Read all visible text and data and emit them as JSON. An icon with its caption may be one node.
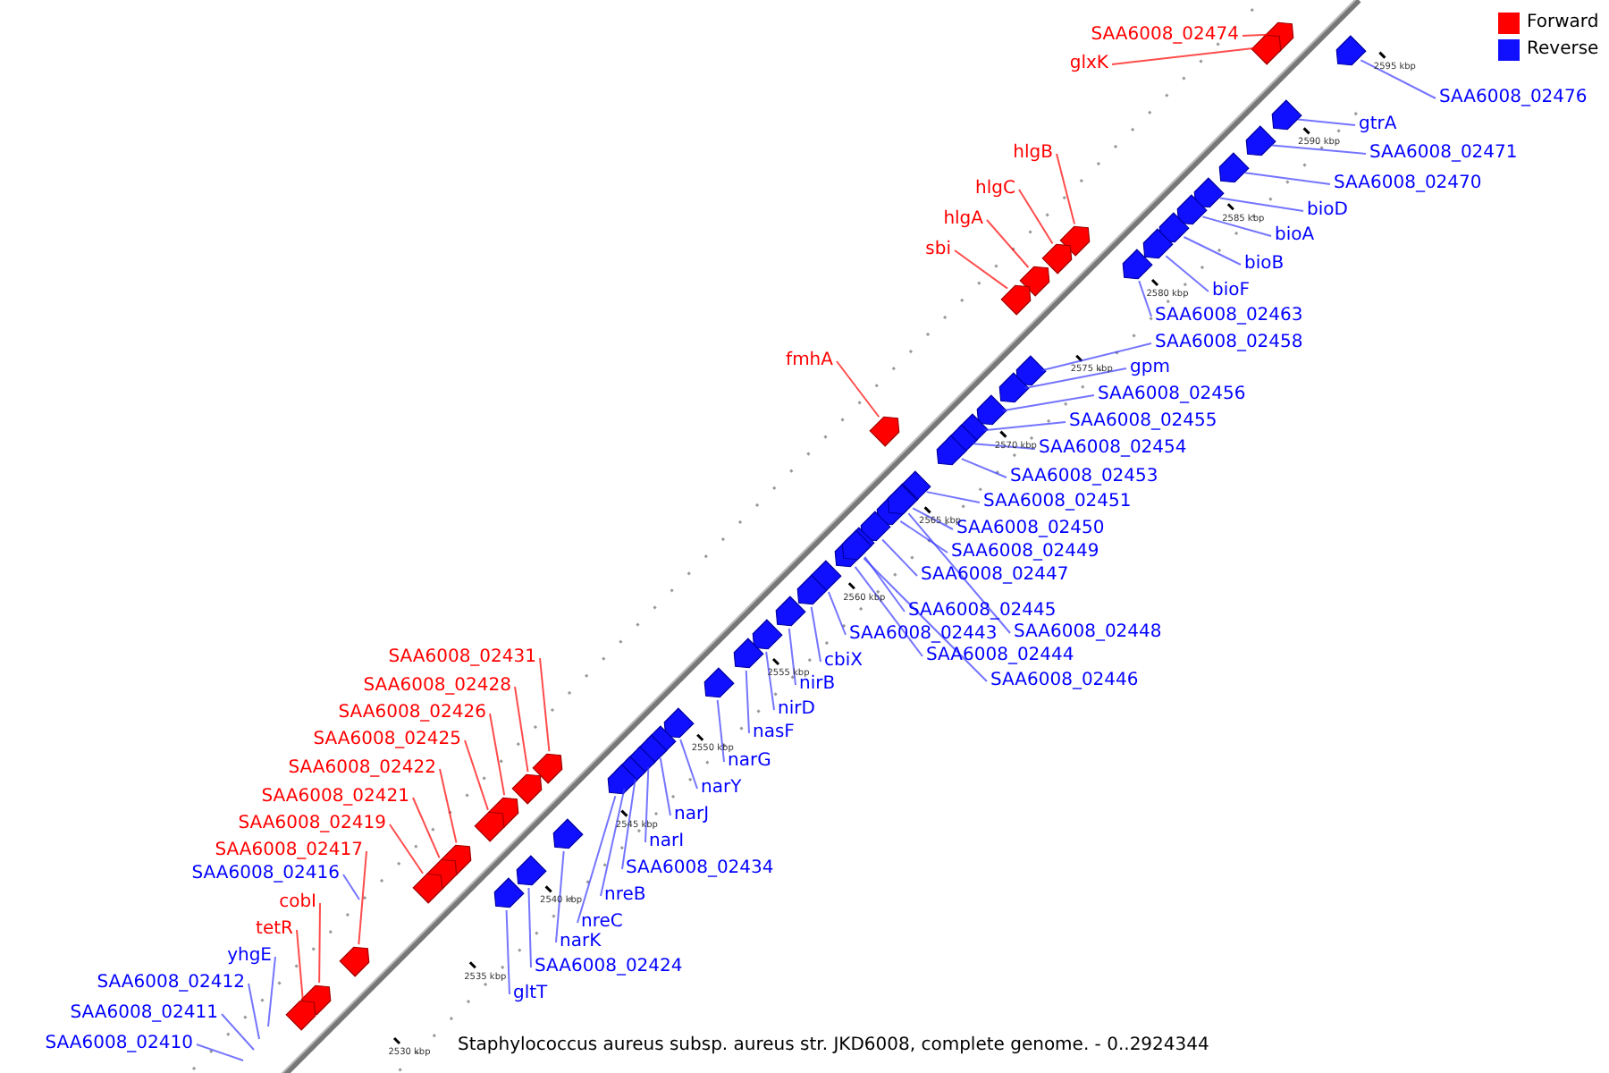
{
  "diagram": {
    "caption": "Staphylococcus aureus subsp. aureus str. JKD6008, complete genome. - 0..2924344",
    "nodes": [
      {
        "text": [
          "SAA6008_02474"
        ]
      },
      {
        "text": [
          "glxK"
        ]
      },
      {
        "text": [
          "SAA6008_02476"
        ]
      },
      {
        "text": [
          "gtrA"
        ]
      },
      {
        "text": [
          "SAA6008_02471"
        ]
      },
      {
        "text": [
          "hlgB"
        ]
      },
      {
        "text": [
          "hlgC"
        ]
      },
      {
        "text": [
          "SAA6008_02470"
        ]
      },
      {
        "text": [
          "bioD"
        ]
      },
      {
        "text": [
          "hlgA"
        ]
      },
      {
        "text": [
          "bioA"
        ]
      },
      {
        "text": [
          "sbi"
        ]
      },
      {
        "text": [
          "bioB"
        ]
      },
      {
        "text": [
          "bioF"
        ]
      },
      {
        "text": [
          "SAA6008_02463"
        ]
      },
      {
        "text": [
          "SAA6008_02458"
        ]
      },
      {
        "text": [
          "fmhA"
        ]
      },
      {
        "text": [
          "gpm"
        ]
      },
      {
        "text": [
          "SAA6008_02456"
        ]
      },
      {
        "text": [
          "SAA6008_02455"
        ]
      },
      {
        "text": [
          "SAA6008_02454"
        ]
      },
      {
        "text": [
          "SAA6008_02453"
        ]
      },
      {
        "text": [
          "SAA6008_02451"
        ]
      },
      {
        "text": [
          "SAA6008_02450"
        ]
      },
      {
        "text": [
          "SAA6008_02449"
        ]
      },
      {
        "text": [
          "SAA6008_02447"
        ]
      },
      {
        "text": [
          "SAA6008_02445"
        ]
      },
      {
        "text": [
          "SAA6008_02448"
        ]
      },
      {
        "text": [
          "SAA6008_02443"
        ]
      },
      {
        "text": [
          "SAA6008_02431"
        ]
      },
      {
        "text": [
          "SAA6008_02444"
        ]
      },
      {
        "text": [
          "cbiX"
        ]
      },
      {
        "text": [
          "SAA6008_02446"
        ]
      },
      {
        "text": [
          "nirB"
        ]
      },
      {
        "text": [
          "SAA6008_02428"
        ]
      },
      {
        "text": [
          "nirD"
        ]
      },
      {
        "text": [
          "SAA6008_02426"
        ]
      },
      {
        "text": [
          "nasF"
        ]
      },
      {
        "text": [
          "SAA6008_02425"
        ]
      },
      {
        "text": [
          "narG"
        ]
      },
      {
        "text": [
          "SAA6008_02422"
        ]
      },
      {
        "text": [
          "narY"
        ]
      },
      {
        "text": [
          "SAA6008_02421"
        ]
      },
      {
        "text": [
          "narJ"
        ]
      },
      {
        "text": [
          "SAA6008_02419"
        ]
      },
      {
        "text": [
          "narI"
        ]
      },
      {
        "text": [
          "SAA6008_02417"
        ]
      },
      {
        "text": [
          "SAA6008_02434"
        ]
      },
      {
        "text": [
          "cobI"
        ]
      },
      {
        "text": [
          "SAA6008_02416"
        ]
      },
      {
        "text": [
          "nreB"
        ]
      },
      {
        "text": [
          "tetR"
        ]
      },
      {
        "text": [
          "nreC"
        ]
      },
      {
        "text": [
          "narK"
        ]
      },
      {
        "text": [
          "yhgE"
        ]
      },
      {
        "text": [
          "SAA6008_02424"
        ]
      },
      {
        "text": [
          "SAA6008_02412"
        ]
      },
      {
        "text": [
          "gltT"
        ]
      },
      {
        "text": [
          "SAA6008_02411"
        ]
      },
      {
        "text": [
          "SAA6008_02410"
        ]
      },
      {
        "text": [],
        "shape": "pentagon"
      },
      {
        "text": [],
        "shape": "pentagon"
      },
      {
        "text": [],
        "shape": "pentagon"
      },
      {
        "text": [],
        "shape": "pentagon"
      },
      {
        "text": [],
        "shape": "pentagon"
      },
      {
        "text": [],
        "shape": "pentagon"
      },
      {
        "text": [],
        "shape": "pentagon"
      },
      {
        "text": [],
        "shape": "pentagon"
      },
      {
        "text": [],
        "shape": "pentagon"
      },
      {
        "text": [],
        "shape": "pentagon"
      },
      {
        "text": [],
        "shape": "pentagon"
      },
      {
        "text": [],
        "shape": "pentagon"
      },
      {
        "text": [],
        "shape": "pentagon"
      },
      {
        "text": [],
        "shape": "pentagon"
      },
      {
        "text": [],
        "shape": "pentagon"
      },
      {
        "text": [],
        "shape": "pentagon"
      },
      {
        "text": [],
        "shape": "pentagon"
      },
      {
        "text": [],
        "shape": "pentagon"
      },
      {
        "text": [],
        "shape": "pentagon"
      },
      {
        "text": [],
        "shape": "pentagon"
      },
      {
        "text": [],
        "shape": "pentagon"
      },
      {
        "text": [],
        "shape": "pentagon"
      },
      {
        "text": [],
        "shape": "pentagon"
      },
      {
        "text": [],
        "shape": "pentagon"
      },
      {
        "text": [],
        "shape": "pentagon"
      },
      {
        "text": [],
        "shape": "pentagon"
      },
      {
        "text": [],
        "shape": "pentagon"
      },
      {
        "text": [],
        "shape": "pentagon"
      },
      {
        "text": [],
        "shape": "pentagon"
      },
      {
        "text": [],
        "shape": "pentagon"
      },
      {
        "text": [],
        "shape": "pentagon"
      },
      {
        "text": [],
        "shape": "pentagon"
      },
      {
        "text": [],
        "shape": "pentagon"
      },
      {
        "text": [],
        "shape": "pentagon"
      },
      {
        "text": [],
        "shape": "pentagon"
      },
      {
        "text": [],
        "shape": "pentagon"
      },
      {
        "text": [],
        "shape": "pentagon"
      },
      {
        "text": [],
        "shape": "pentagon"
      },
      {
        "text": [],
        "shape": "pentagon"
      },
      {
        "text": [],
        "shape": "pentagon"
      },
      {
        "text": [],
        "shape": "pentagon"
      },
      {
        "text": [],
        "shape": "pentagon"
      },
      {
        "text": [],
        "shape": "pentagon"
      },
      {
        "text": [],
        "shape": "pentagon"
      },
      {
        "text": [],
        "shape": "pentagon"
      },
      {
        "text": [],
        "shape": "pentagon"
      },
      {
        "text": [],
        "shape": "pentagon"
      },
      {
        "text": [],
        "shape": "pentagon"
      },
      {
        "text": [],
        "shape": "pentagon"
      },
      {
        "text": [],
        "shape": "pentagon"
      },
      {
        "text": [],
        "shape": "pentagon"
      },
      {
        "text": [],
        "shape": "pentagon"
      },
      {
        "text": [],
        "shape": "pentagon"
      },
      {
        "text": [],
        "shape": "pentagon"
      },
      {
        "text": [],
        "shape": "pentagon"
      }
    ],
    "edges": [
      {
        "from": 0,
        "to": 60,
        "arrow": "none",
        "color": "#ff0000"
      },
      {
        "from": 1,
        "to": 61,
        "arrow": "none",
        "color": "#ff0000"
      },
      {
        "from": 2,
        "to": 62,
        "arrow": "none"
      },
      {
        "from": 3,
        "to": 63,
        "arrow": "none"
      },
      {
        "from": 4,
        "to": 64,
        "arrow": "none"
      },
      {
        "from": 5,
        "to": 65,
        "arrow": "none",
        "color": "#ff0000"
      },
      {
        "from": 6,
        "to": 66,
        "arrow": "none",
        "color": "#ff0000"
      },
      {
        "from": 7,
        "to": 67,
        "arrow": "none"
      },
      {
        "from": 8,
        "to": 68,
        "arrow": "none"
      },
      {
        "from": 9,
        "to": 69,
        "arrow": "none",
        "color": "#ff0000"
      },
      {
        "from": 10,
        "to": 70,
        "arrow": "none"
      },
      {
        "from": 11,
        "to": 71,
        "arrow": "none",
        "color": "#ff0000"
      },
      {
        "from": 12,
        "to": 72,
        "arrow": "none"
      },
      {
        "from": 13,
        "to": 73,
        "arrow": "none"
      },
      {
        "from": 14,
        "to": 74,
        "arrow": "none"
      },
      {
        "from": 15,
        "to": 75,
        "arrow": "none"
      },
      {
        "from": 16,
        "to": 76,
        "arrow": "none",
        "color": "#ff0000"
      },
      {
        "from": 17,
        "to": 77,
        "arrow": "none"
      },
      {
        "from": 18,
        "to": 78,
        "arrow": "none"
      },
      {
        "from": 19,
        "to": 79,
        "arrow": "none"
      },
      {
        "from": 20,
        "to": 80,
        "arrow": "none"
      },
      {
        "from": 21,
        "to": 81,
        "arrow": "none"
      },
      {
        "from": 22,
        "to": 82,
        "arrow": "none"
      },
      {
        "from": 23,
        "to": 83,
        "arrow": "none"
      },
      {
        "from": 24,
        "to": 84,
        "arrow": "none"
      },
      {
        "from": 25,
        "to": 85,
        "arrow": "none"
      },
      {
        "from": 26,
        "to": 86,
        "arrow": "none"
      },
      {
        "from": 27,
        "to": 87,
        "arrow": "none"
      },
      {
        "from": 28,
        "to": 88,
        "arrow": "none"
      },
      {
        "from": 29,
        "to": 89,
        "arrow": "none",
        "color": "#ff0000"
      },
      {
        "from": 30,
        "to": 90,
        "arrow": "none"
      },
      {
        "from": 31,
        "to": 91,
        "arrow": "none"
      },
      {
        "from": 32,
        "to": 92,
        "arrow": "none"
      },
      {
        "from": 33,
        "to": 93,
        "arrow": "none"
      },
      {
        "from": 34,
        "to": 94,
        "arrow": "none",
        "color": "#ff0000"
      },
      {
        "from": 35,
        "to": 95,
        "arrow": "none"
      },
      {
        "from": 36,
        "to": 96,
        "arrow": "none",
        "color": "#ff0000"
      },
      {
        "from": 37,
        "to": 97,
        "arrow": "none"
      },
      {
        "from": 38,
        "to": 98,
        "arrow": "none",
        "color": "#ff0000"
      },
      {
        "from": 39,
        "to": 99,
        "arrow": "none"
      },
      {
        "from": 40,
        "to": 100,
        "arrow": "none",
        "color": "#ff0000"
      },
      {
        "from": 41,
        "to": 101,
        "arrow": "none"
      },
      {
        "from": 42,
        "to": 102,
        "arrow": "none",
        "color": "#ff0000"
      },
      {
        "from": 43,
        "to": 103,
        "arrow": "none"
      },
      {
        "from": 44,
        "to": 104,
        "arrow": "none",
        "color": "#ff0000"
      },
      {
        "from": 45,
        "to": 105,
        "arrow": "none"
      },
      {
        "from": 46,
        "to": 106,
        "arrow": "none",
        "color": "#ff0000"
      },
      {
        "from": 47,
        "to": 107,
        "arrow": "none"
      },
      {
        "from": 48,
        "to": 108,
        "arrow": "none",
        "color": "#ff0000"
      },
      {
        "from": 49,
        "to": null,
        "arrow": "none"
      },
      {
        "from": 50,
        "to": 109,
        "arrow": "none"
      },
      {
        "from": 51,
        "to": 110,
        "arrow": "none",
        "color": "#ff0000"
      },
      {
        "from": 52,
        "to": 111,
        "arrow": "none"
      },
      {
        "from": 53,
        "to": 112,
        "arrow": "none"
      },
      {
        "from": 54,
        "to": null,
        "arrow": "none"
      },
      {
        "from": 55,
        "to": 113,
        "arrow": "none"
      },
      {
        "from": 56,
        "to": null,
        "arrow": "none"
      },
      {
        "from": 57,
        "to": 114,
        "arrow": "none"
      },
      {
        "from": 58,
        "to": null,
        "arrow": "none"
      },
      {
        "from": 59,
        "to": null,
        "arrow": "none"
      }
    ],
    "labels": [
      "2530 kbp",
      "2535 kbp",
      "2540 kbp",
      "2545 kbp",
      "2550 kbp",
      "2555 kbp",
      "2560 kbp",
      "2565 kbp",
      "2570 kbp",
      "2575 kbp",
      "2580 kbp",
      "2585 kbp",
      "2590 kbp",
      "2595 kbp"
    ],
    "legend": [
      {
        "text": "Forward",
        "color": "#ff0000"
      },
      {
        "text": "Reverse",
        "color": "#1010ff"
      }
    ]
  }
}
